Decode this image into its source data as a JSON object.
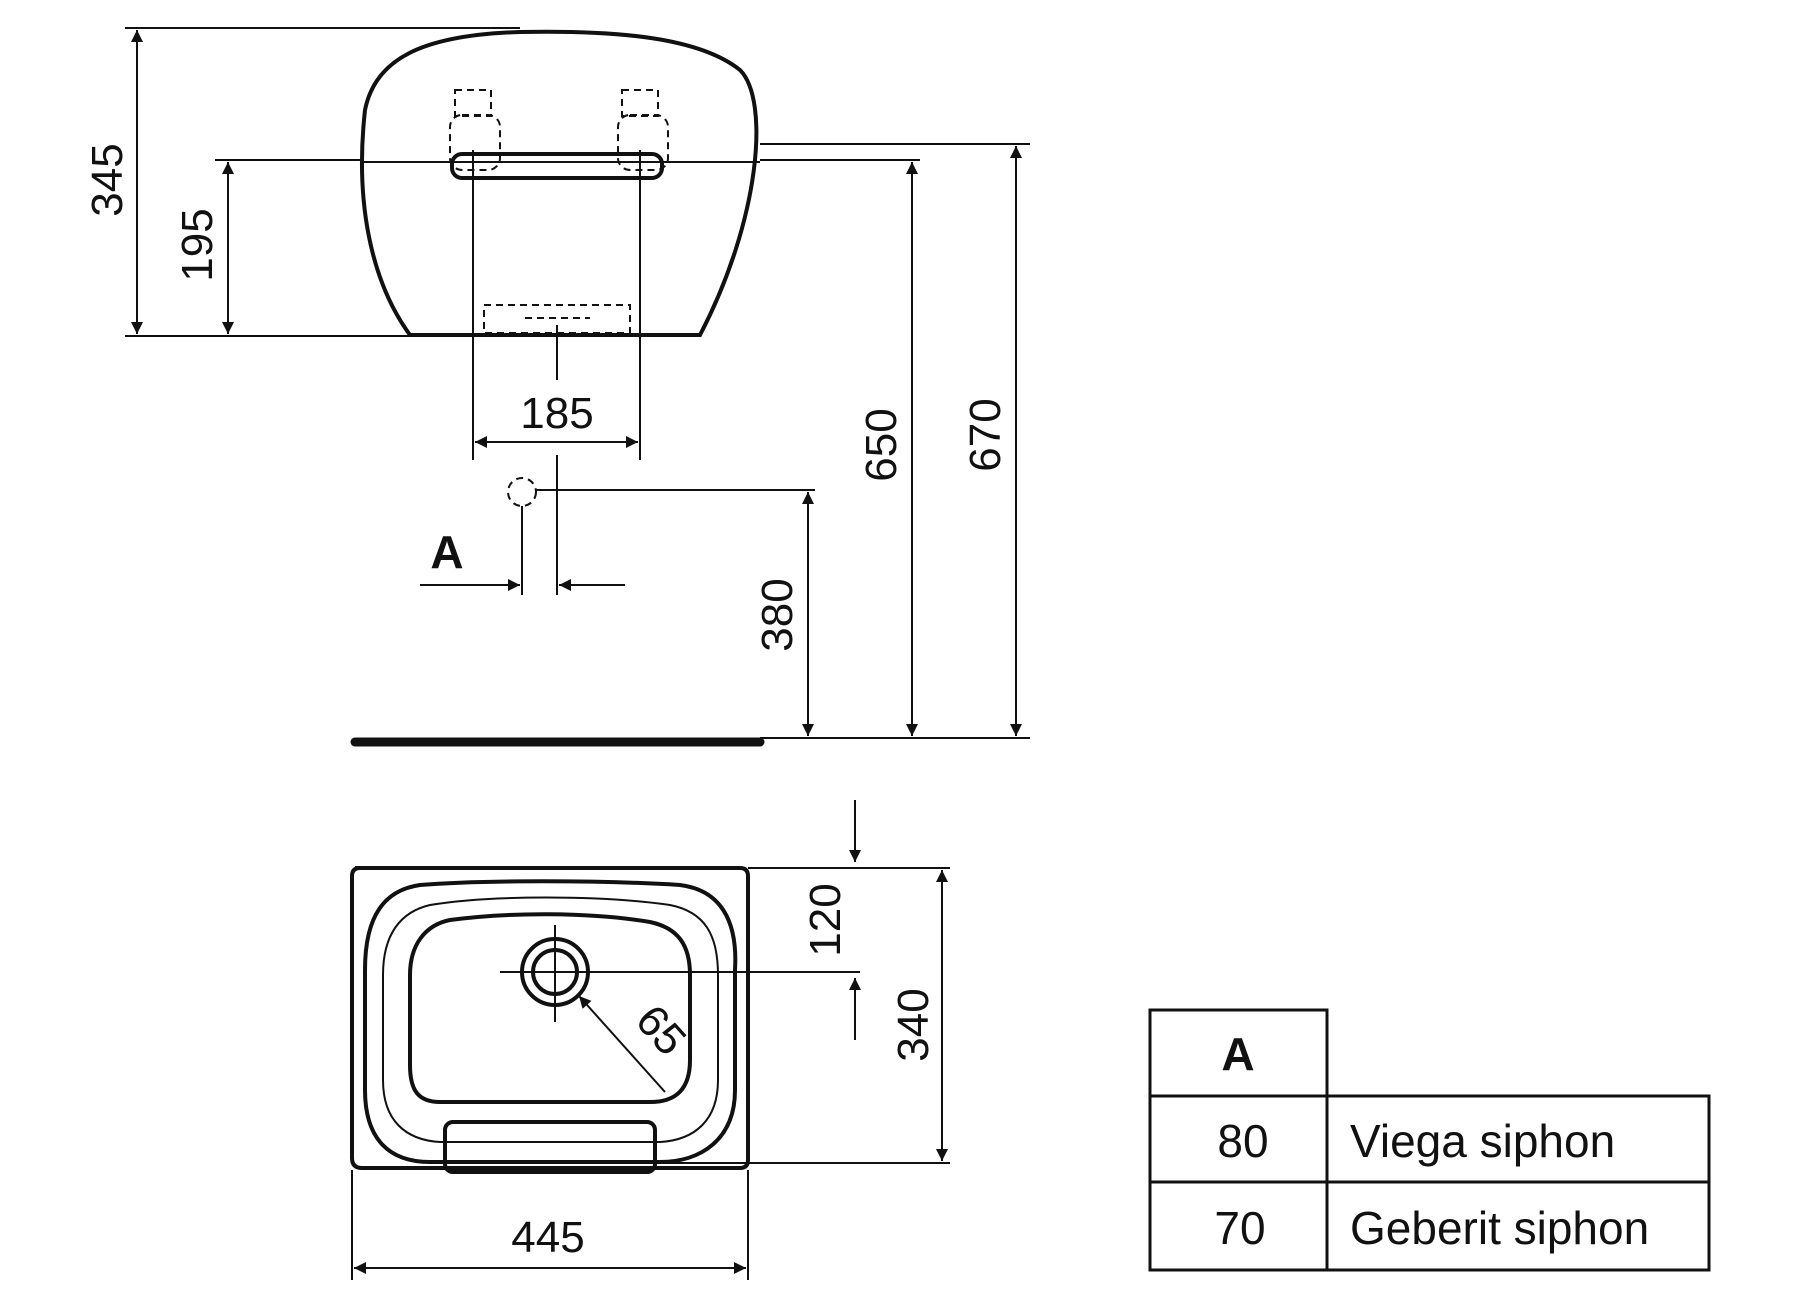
{
  "dimensions": {
    "d345": "345",
    "d195": "195",
    "d185": "185",
    "d650": "650",
    "d670": "670",
    "d380": "380",
    "dA": "A",
    "d120": "120",
    "d340": "340",
    "d65": "65",
    "d445": "445"
  },
  "table": {
    "header": "A",
    "rows": [
      {
        "value": "80",
        "label": "Viega siphon"
      },
      {
        "value": "70",
        "label": "Geberit siphon"
      }
    ]
  }
}
